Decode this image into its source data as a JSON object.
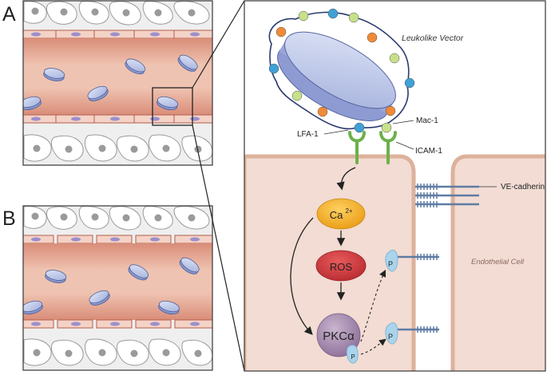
{
  "panels": {
    "a_letter": "A",
    "b_letter": "B"
  },
  "labels": {
    "vector": "Leukolike Vector",
    "mac1": "Mac-1",
    "lfa1": "LFA-1",
    "icam1": "ICAM-1",
    "vecadherin": "VE-cadherin",
    "endothelial": "Endothelial Cell"
  },
  "pathway": {
    "ca": "Ca",
    "ca_sup": "2+",
    "ros": "ROS",
    "pkc": "PKCα",
    "phospho": "P"
  },
  "colors": {
    "ca_node": "#f0ac1e",
    "ros_node": "#c9363c",
    "pkc_node": "#9a7fa4",
    "phospho_node": "#a9d4ec",
    "cell_fill": "#f2dcd3",
    "cell_wall": "#dcb29c",
    "receptor": "#6cb14a",
    "cadherin": "#5e7ca4",
    "disc": "#a9b6e2",
    "vessel": "#e5a793"
  }
}
